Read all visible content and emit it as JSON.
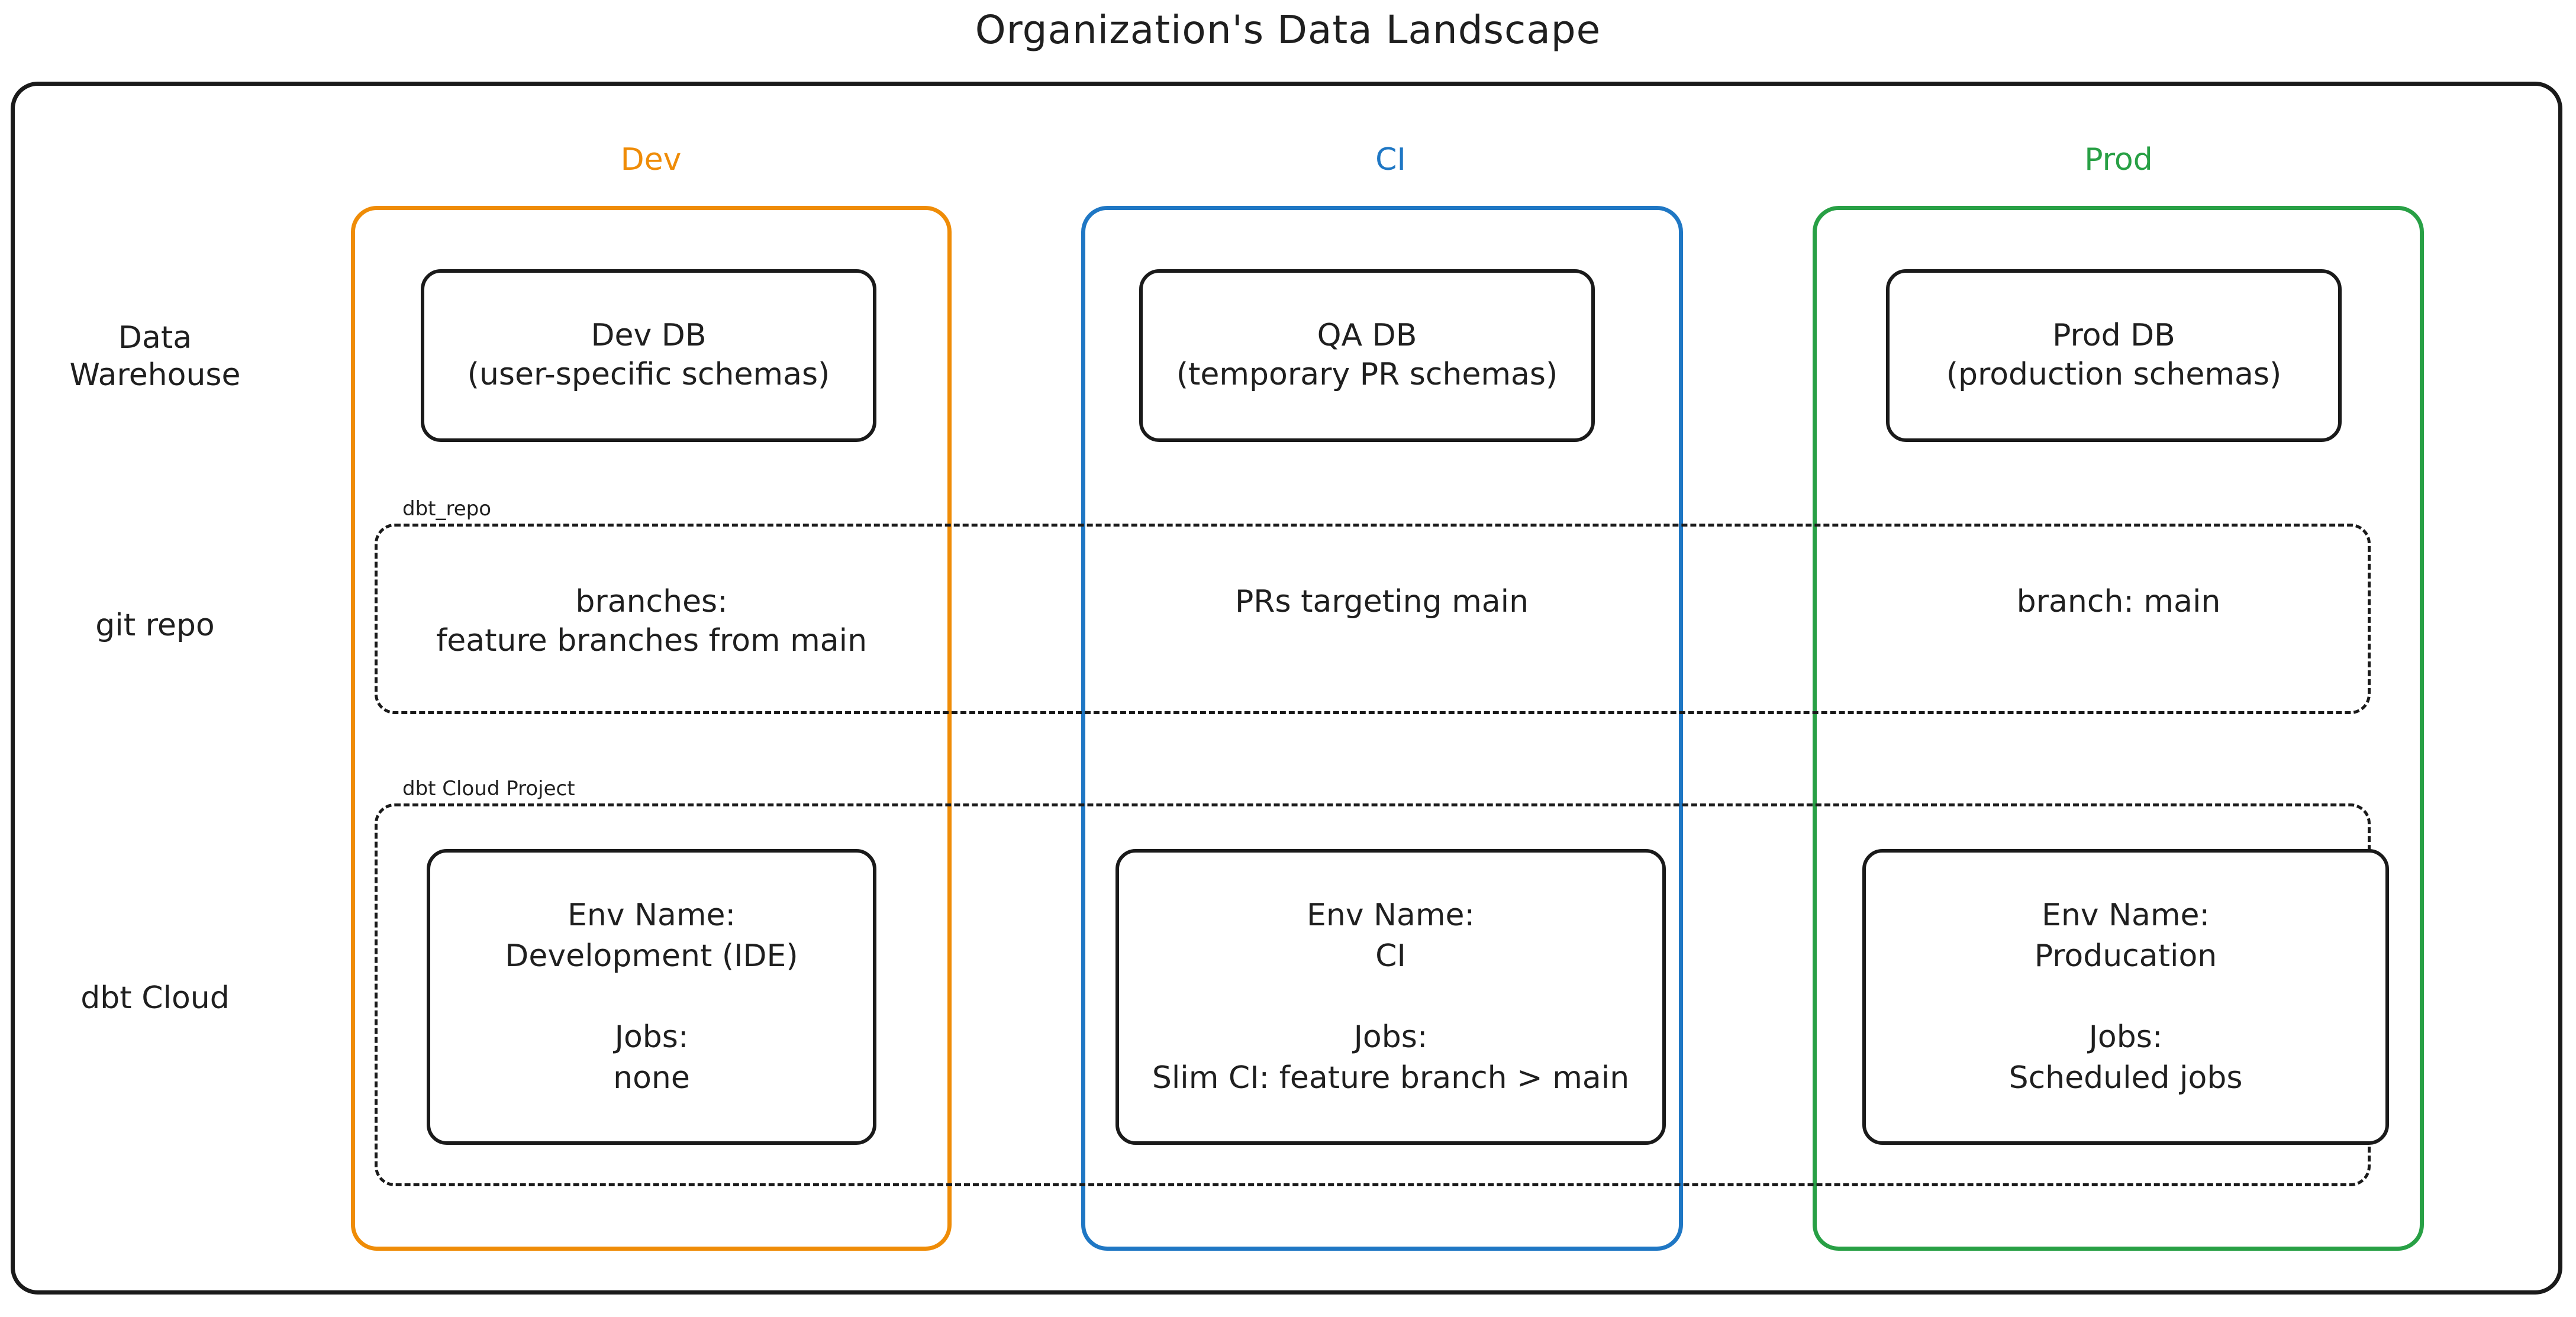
{
  "title": "Organization's Data Landscape",
  "colors": {
    "dev": "#ef8c07",
    "ci": "#1f77c4",
    "prod": "#28a045",
    "outline": "#1a1a1a",
    "text": "#1f1f1f",
    "background": "#ffffff"
  },
  "columns": [
    {
      "key": "dev",
      "label": "Dev"
    },
    {
      "key": "ci",
      "label": "CI"
    },
    {
      "key": "prod",
      "label": "Prod"
    }
  ],
  "rows": [
    {
      "key": "warehouse",
      "label": "Data\nWarehouse"
    },
    {
      "key": "git",
      "label": "git repo"
    },
    {
      "key": "cloud",
      "label": "dbt Cloud"
    }
  ],
  "groups": {
    "git_repo_tag": "dbt_repo",
    "dbt_project_tag": "dbt Cloud Project"
  },
  "warehouse": {
    "dev": "Dev DB\n(user-specific schemas)",
    "ci": "QA DB\n(temporary PR schemas)",
    "prod": "Prod DB\n(production schemas)"
  },
  "git_repo": {
    "dev": "branches:\nfeature branches from main",
    "ci": "PRs targeting main",
    "prod": "branch: main"
  },
  "dbt_cloud": {
    "dev": "Env Name:\nDevelopment (IDE)\n\nJobs:\nnone",
    "ci": "Env Name:\nCI\n\nJobs:\nSlim CI: feature branch > main",
    "prod": "Env Name:\nProducation\n\nJobs:\nScheduled jobs"
  }
}
